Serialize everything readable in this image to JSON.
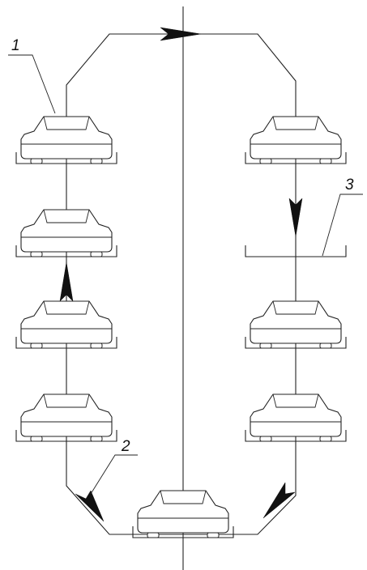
{
  "labels": {
    "one": "1",
    "two": "2",
    "three": "3"
  },
  "colors": {
    "line": "#222222",
    "arrow": "#111111",
    "background": "#ffffff"
  }
}
